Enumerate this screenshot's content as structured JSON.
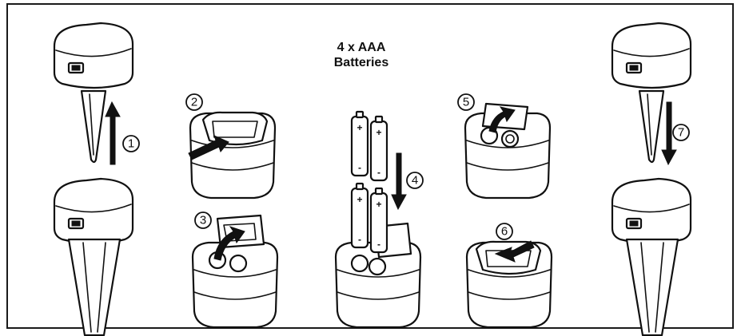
{
  "title": {
    "line1": "4 x AAA",
    "line2": "Batteries"
  },
  "steps": [
    {
      "number": "1",
      "action": "lift-up"
    },
    {
      "number": "2",
      "action": "press-latch"
    },
    {
      "number": "3",
      "action": "open-cover"
    },
    {
      "number": "4",
      "action": "insert-batteries"
    },
    {
      "number": "5",
      "action": "close-cover"
    },
    {
      "number": "6",
      "action": "press-latch"
    },
    {
      "number": "7",
      "action": "push-down"
    }
  ],
  "polarity": {
    "plus": "+",
    "minus": "-"
  },
  "colors": {
    "line": "#111111",
    "background": "#ffffff"
  }
}
